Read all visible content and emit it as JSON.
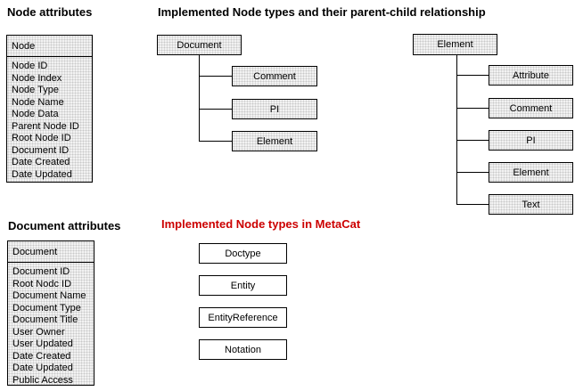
{
  "headings": {
    "node_attributes": "Node attributes",
    "implemented_types": "Implemented Node types and their parent-child relationship",
    "document_attributes": "Document attributes",
    "metacat_types": "Implemented Node types in MetaCat"
  },
  "colors": {
    "metacat_heading_red": "#cc0000",
    "box_border": "#000000",
    "tree_box_fill": "#f2f2f2",
    "metacat_box_fill": "#ffffff"
  },
  "node_table": {
    "header": "Node",
    "rows": [
      "Node ID",
      "Node Index",
      "Node Type",
      "Node Name",
      "Node Data",
      "Parent Node ID",
      "Root Node ID",
      "Document ID",
      "Date Created",
      "Date Updated"
    ]
  },
  "document_table": {
    "header": "Document",
    "rows": [
      "Document ID",
      "Root Nodc ID",
      "Document Name",
      "Document Type",
      "Document Title",
      "User Owner",
      "User Updated",
      "Date Created",
      "Date Updated",
      "Public Access"
    ]
  },
  "document_tree": {
    "parent": "Document",
    "children": [
      "Comment",
      "PI",
      "Element"
    ]
  },
  "element_tree": {
    "parent": "Element",
    "children": [
      "Attribute",
      "Comment",
      "PI",
      "Element",
      "Text"
    ]
  },
  "metacat_boxes": [
    "Doctype",
    "Entity",
    "EntityReference",
    "Notation"
  ]
}
